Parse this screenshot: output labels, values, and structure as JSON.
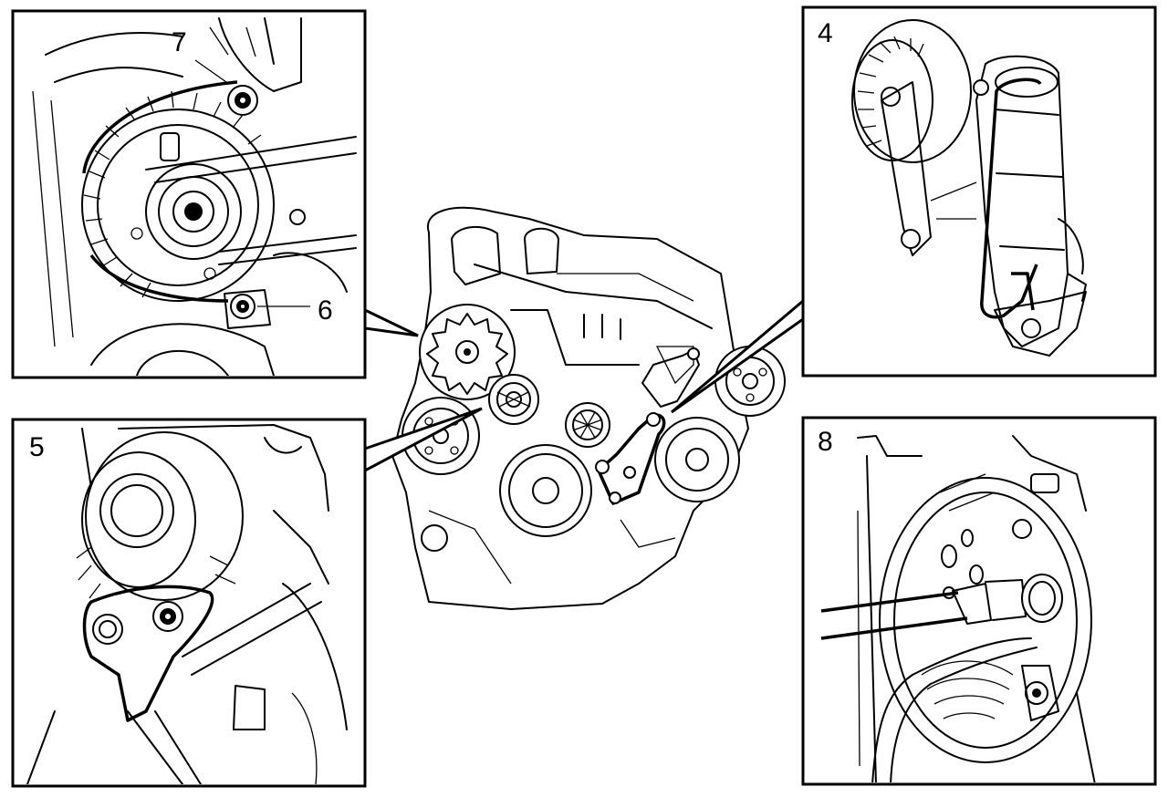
{
  "detail_views": [
    {
      "id": "alternator-bolts",
      "labels": [
        "7",
        "6"
      ]
    },
    {
      "id": "belt-tensioner",
      "labels": [
        "4"
      ]
    },
    {
      "id": "tensioner-bracket",
      "labels": [
        "5"
      ]
    },
    {
      "id": "alternator-rear",
      "labels": [
        "8"
      ]
    }
  ]
}
